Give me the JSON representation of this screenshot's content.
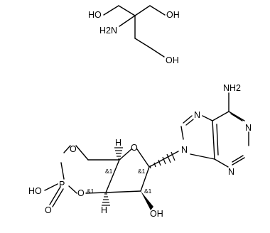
{
  "tris": {
    "oh_left": "HO",
    "oh_right": "OH",
    "nh2": "H2N",
    "oh_bottom": "OH"
  },
  "adenine": {
    "nh2": "NH2",
    "n7": "N",
    "n1": "N",
    "n9": "N",
    "n3": "N"
  },
  "sugar": {
    "o_ring": "O",
    "o_oh": "OH",
    "h_top": "H",
    "h_bottom": "H",
    "stereo_c4": "&1",
    "stereo_c3": "&1",
    "stereo_c1": "&1",
    "stereo_c2": "&1"
  },
  "phosphate": {
    "o_top": "O",
    "o_bottom": "O",
    "p": "P",
    "ho": "HO",
    "o_double": "O"
  }
}
